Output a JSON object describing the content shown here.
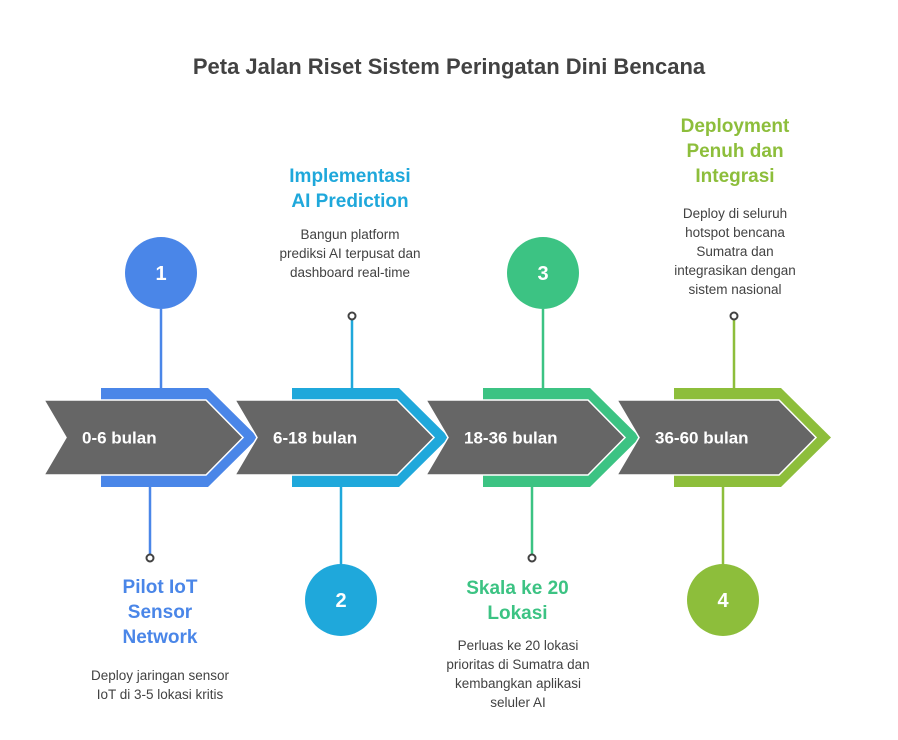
{
  "title": "Peta Jalan Riset Sistem Peringatan Dini Bencana",
  "colors": {
    "segment_fill": "#666666",
    "dot_stroke": "#424242"
  },
  "phases": [
    {
      "number": "1",
      "period": "0-6 bulan",
      "title": "Pilot IoT Sensor Network",
      "title_lines": [
        "Pilot IoT",
        "Sensor",
        "Network"
      ],
      "description": "Deploy jaringan sensor IoT di 3-5 lokasi kritis",
      "color": "#4A86E8",
      "circle_position": "top",
      "text_position": "bottom"
    },
    {
      "number": "2",
      "period": "6-18 bulan",
      "title": "Implementasi AI Prediction",
      "title_lines": [
        "Implementasi",
        "AI Prediction"
      ],
      "description": "Bangun platform prediksi AI terpusat dan dashboard real-time",
      "color": "#1FA8DB",
      "circle_position": "bottom",
      "text_position": "top"
    },
    {
      "number": "3",
      "period": "18-36 bulan",
      "title": "Skala ke 20 Lokasi",
      "title_lines": [
        "Skala ke 20",
        "Lokasi"
      ],
      "description": "Perluas ke 20 lokasi prioritas di Sumatra dan kembangkan aplikasi seluler AI",
      "color": "#3CC383",
      "circle_position": "top",
      "text_position": "bottom"
    },
    {
      "number": "4",
      "period": "36-60 bulan",
      "title": "Deployment Penuh dan Integrasi",
      "title_lines": [
        "Deployment",
        "Penuh dan",
        "Integrasi"
      ],
      "description": "Deploy di seluruh hotspot bencana Sumatra dan integrasikan dengan sistem nasional",
      "color": "#8DBE3B",
      "circle_position": "bottom",
      "text_position": "top"
    }
  ]
}
